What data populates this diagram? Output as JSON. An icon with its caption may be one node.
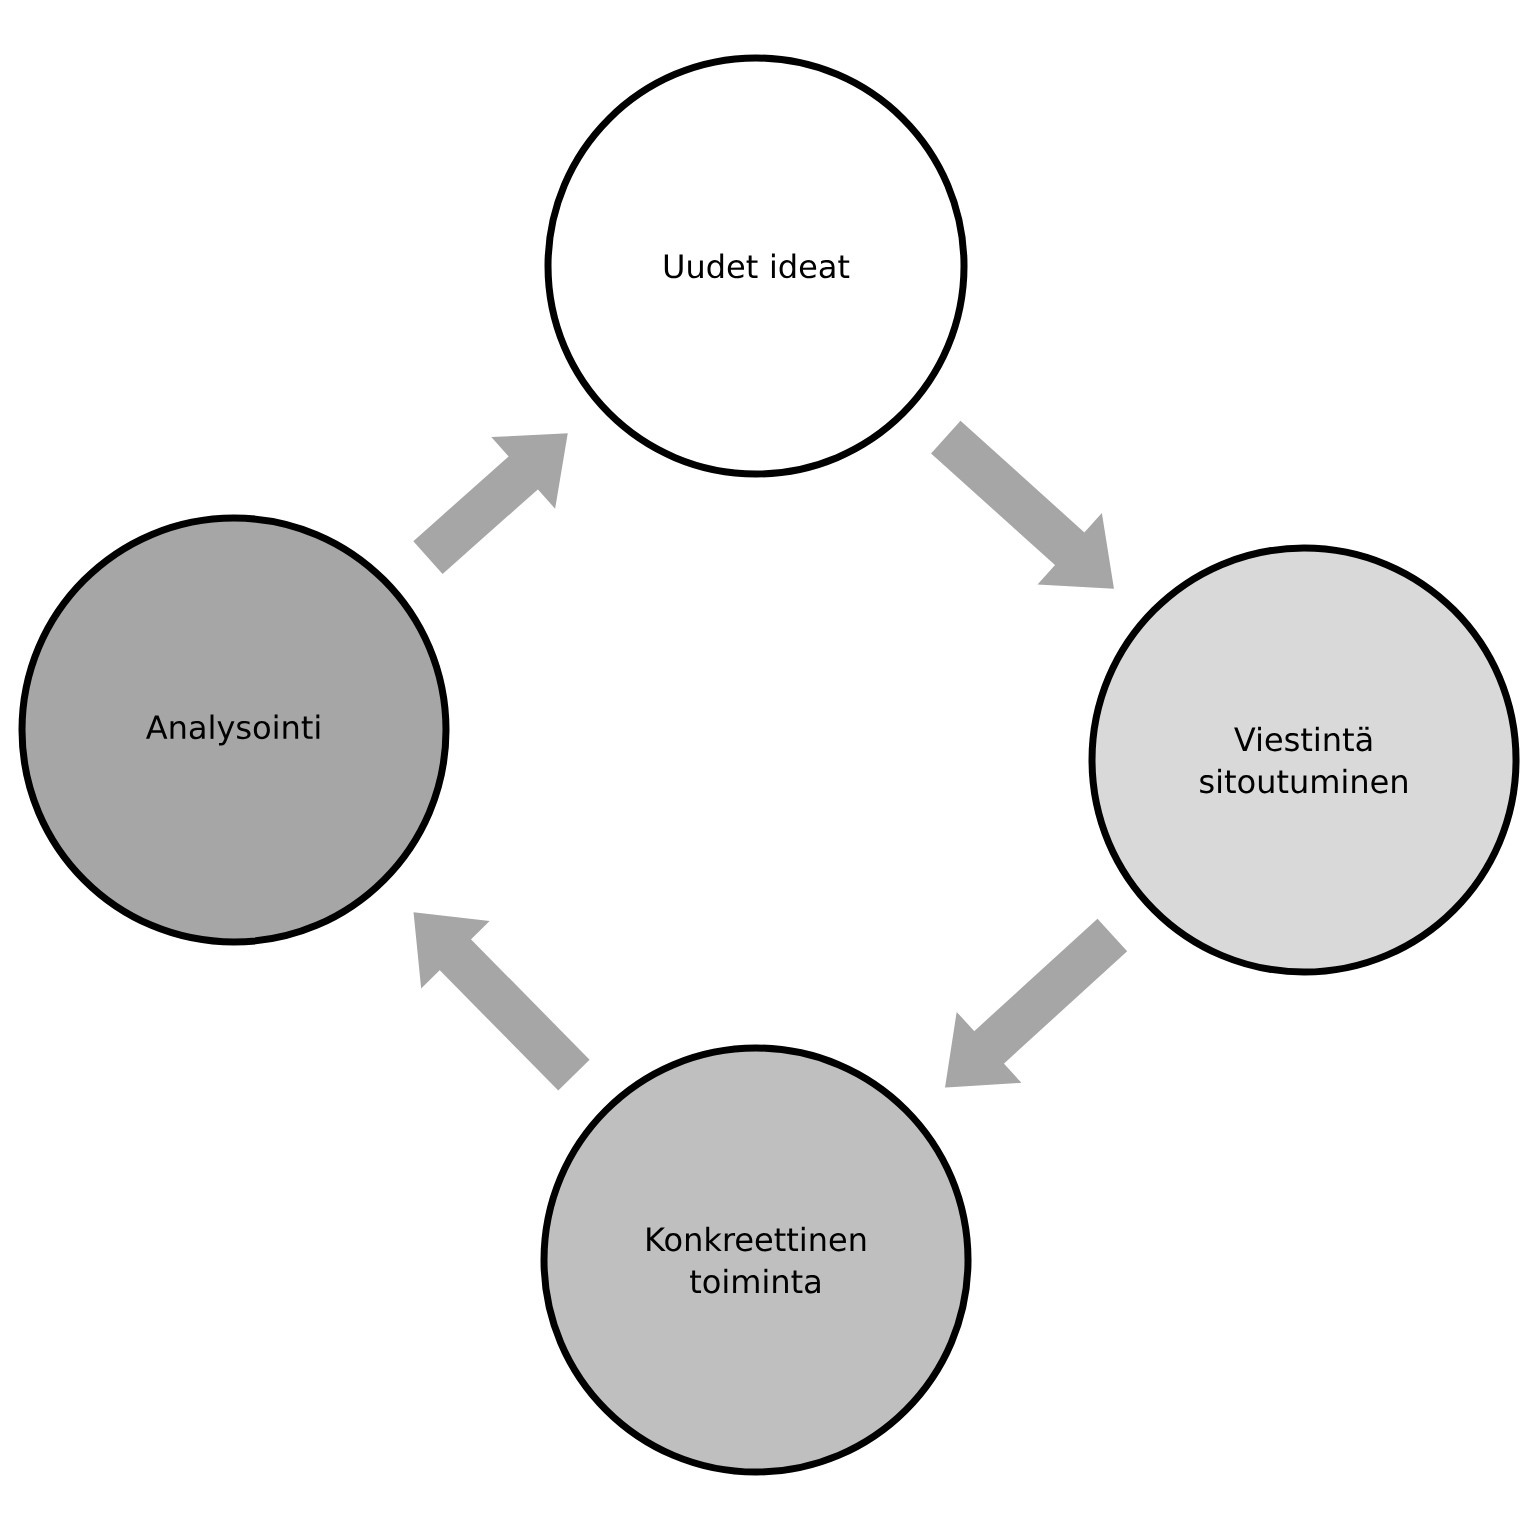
{
  "diagram": {
    "nodes": [
      {
        "text": [
          "Uudet ideat"
        ]
      },
      {
        "text": [
          "Viestintä sitoutuminen"
        ]
      },
      {
        "text": [
          "Konkreettinen toiminta"
        ]
      },
      {
        "text": [
          "Analysointi"
        ]
      }
    ],
    "edges": [
      {
        "from": 0,
        "to": 1,
        "arrow": "to"
      },
      {
        "from": 1,
        "to": 2,
        "arrow": "to"
      },
      {
        "from": 2,
        "to": 3,
        "arrow": "to"
      },
      {
        "from": 3,
        "to": 0,
        "arrow": "to"
      }
    ]
  }
}
